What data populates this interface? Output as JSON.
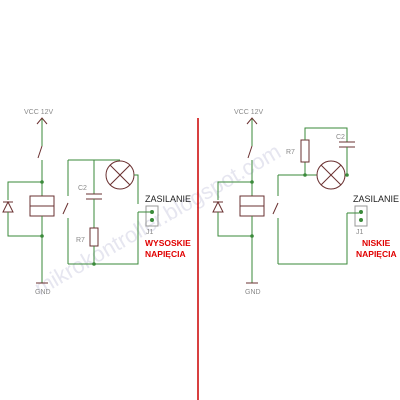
{
  "watermark": "mikrokontroller.blogspot.com",
  "colors": {
    "wire": "#3a8a3a",
    "part": "#6a3030",
    "divider": "#cc0000",
    "emphasis": "#e00000"
  },
  "left": {
    "vcc": "VCC 12V",
    "gnd": "GND",
    "c2": "C2",
    "r7": "R7",
    "zasilanie": "ZASILANIE",
    "j1": "J1",
    "voltage_line1": "WYSOSKIE",
    "voltage_line2": "NAPIĘCIA"
  },
  "right": {
    "vcc": "VCC 12V",
    "gnd": "GND",
    "c2": "C2",
    "r7": "R7",
    "zasilanie": "ZASILANIE",
    "j1": "J1",
    "voltage_line1": "NISKIE",
    "voltage_line2": "NAPIĘCIA"
  }
}
